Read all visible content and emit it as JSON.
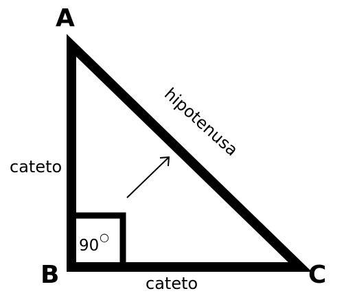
{
  "vertices": {
    "a": "A",
    "b": "B",
    "c": "C"
  },
  "sides": {
    "left_leg": "cateto",
    "bottom_leg": "cateto",
    "hypotenuse": "hipotenusa"
  },
  "right_angle": {
    "value": "90",
    "symbol": "○"
  }
}
